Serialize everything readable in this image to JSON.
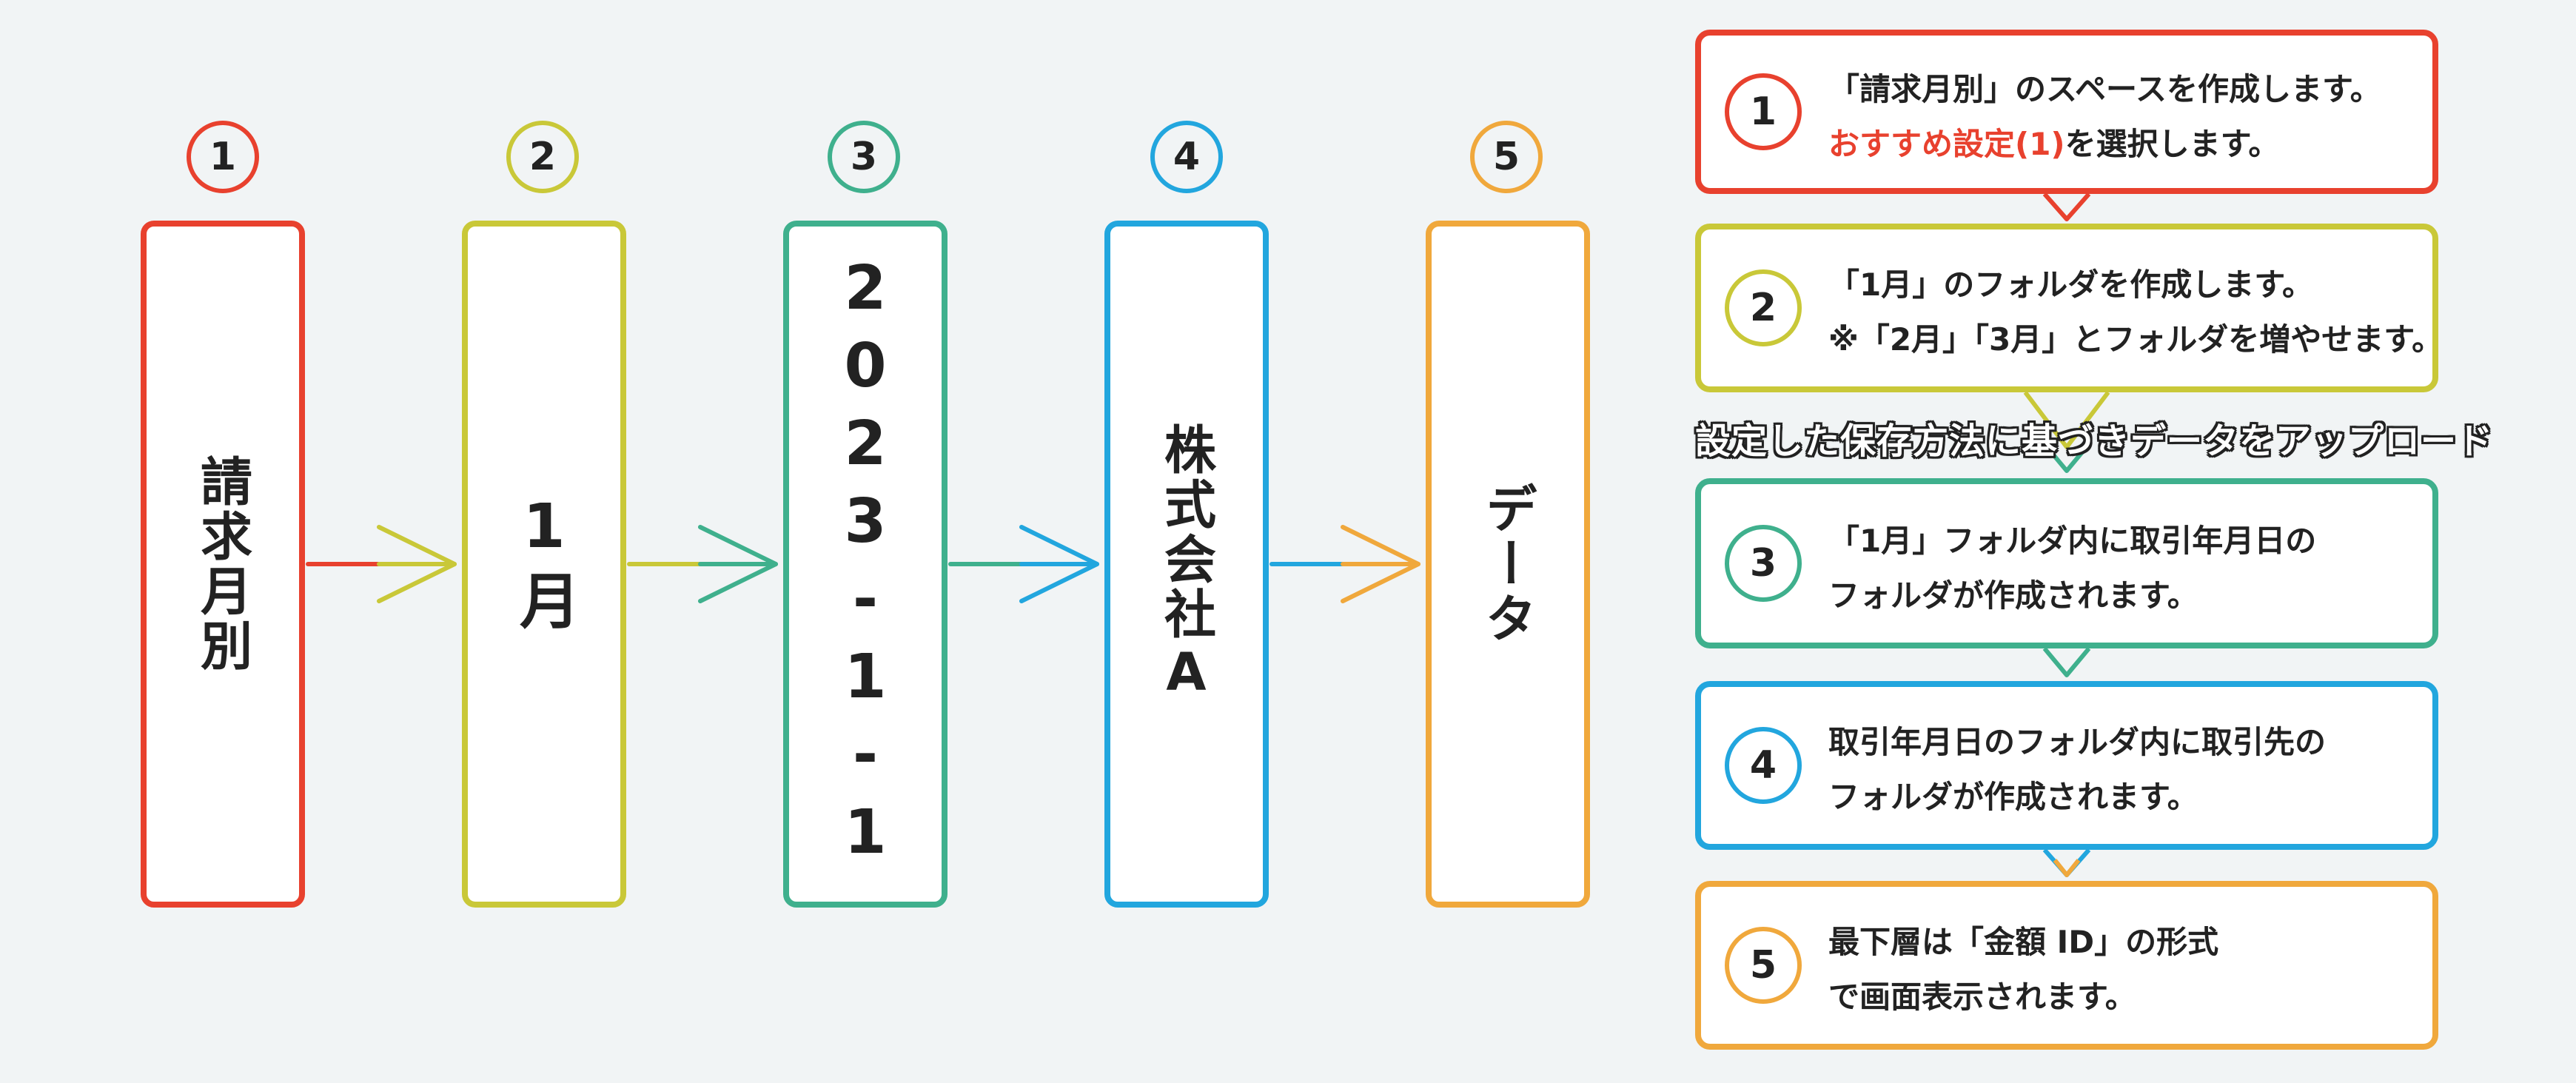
{
  "colors": {
    "red": "#e8412e",
    "yellow": "#c9c838",
    "green": "#3fb08d",
    "blue": "#22a6de",
    "orange": "#f0a83c"
  },
  "hierarchy": [
    {
      "num": "1",
      "label": "請求月別"
    },
    {
      "num": "2",
      "label": "1月"
    },
    {
      "num": "3",
      "label": "2023-1-1"
    },
    {
      "num": "4",
      "label": "株式会社A"
    },
    {
      "num": "5",
      "label": "データ"
    }
  ],
  "steps": [
    {
      "num": "1",
      "line1": "「請求月別」のスペースを作成します。",
      "line2_highlight": "おすすめ設定(1)",
      "line2_rest": "を選択します。"
    },
    {
      "num": "2",
      "line1": "「1月」のフォルダを作成します。",
      "line2": "※「2月」「3月」とフォルダを増やせます。"
    },
    {
      "num": "3",
      "line1": "「1月」フォルダ内に取引年月日の",
      "line2": "フォルダが作成されます。"
    },
    {
      "num": "4",
      "line1": "取引年月日のフォルダ内に取引先の",
      "line2": "フォルダが作成されます。"
    },
    {
      "num": "5",
      "line1": "最下層は「金額 ID」の形式",
      "line2": "で画面表示されます。"
    }
  ],
  "banner": "設定した保存方法に基づきデータをアップロード"
}
